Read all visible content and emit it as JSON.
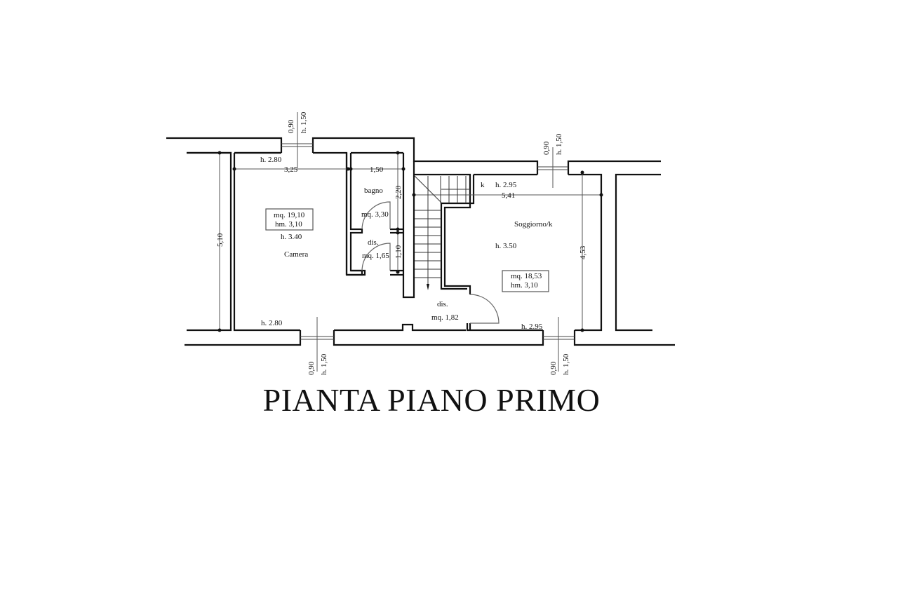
{
  "title": "PIANTA PIANO PRIMO",
  "rooms": {
    "camera": {
      "name": "Camera",
      "area": "mq. 19,10",
      "hm": "hm. 3,10",
      "height": "h. 3.40",
      "top_h": "h. 2.80",
      "bottom_h": "h. 2.80",
      "width_dim": "3,25",
      "depth_dim": "5,10"
    },
    "bagno": {
      "name": "bagno",
      "area": "mq. 3,30",
      "width_dim": "1,50",
      "depth_dim": "2,20"
    },
    "dis_small": {
      "name": "dis.",
      "area": "mq. 1,65",
      "depth_dim": "1,10"
    },
    "dis_stair": {
      "name": "dis.",
      "area": "mq. 1,82"
    },
    "soggiorno": {
      "name": "Soggiorno/k",
      "k": "k",
      "area": "mq. 18,53",
      "hm": "hm. 3,10",
      "height": "h. 3.50",
      "top_h": "h. 2.95",
      "bottom_h": "h. 2.95",
      "width_dim": "5,41",
      "depth_dim": "4,53"
    }
  },
  "windows": [
    {
      "width": "0,90",
      "height": "h. 1,50"
    },
    {
      "width": "0,90",
      "height": "h. 1,50"
    },
    {
      "width": "0,90",
      "height": "h. 1,50"
    },
    {
      "width": "0,90",
      "height": "h. 1,50"
    }
  ]
}
